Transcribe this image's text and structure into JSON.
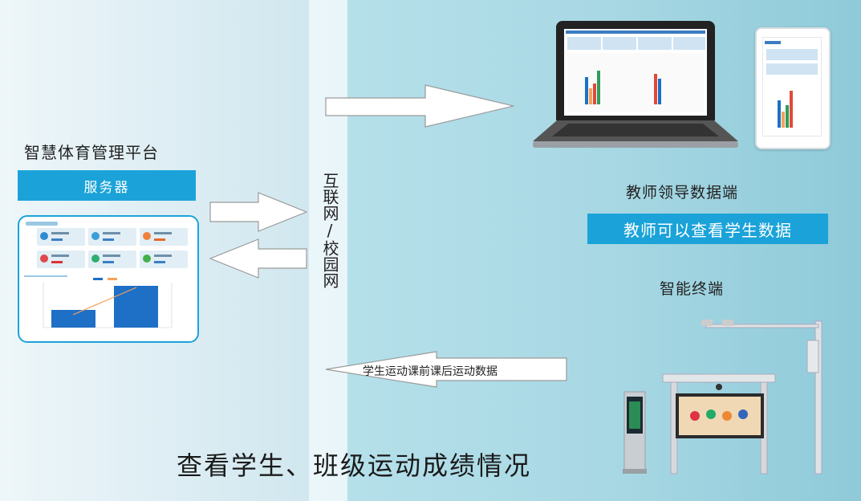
{
  "platform": {
    "title": "智慧体育管理平台",
    "server_label": "服务器"
  },
  "network": {
    "label": "互联网/校园网"
  },
  "teacher": {
    "label": "教师领导数据端",
    "banner": "教师可以查看学生数据"
  },
  "terminal": {
    "label": "智能终端"
  },
  "data_flow": {
    "label": "学生运动课前课后运动数据"
  },
  "caption": "查看学生、班级运动成绩情况",
  "colors": {
    "accent": "#1ba3d9",
    "arrow_fill": "#ffffff",
    "arrow_stroke": "#9a9a9a",
    "bar_blue": "#1e6fc6",
    "line_orange": "#f4a25b"
  },
  "icons": {
    "laptop": "laptop-icon",
    "tablet": "tablet-icon",
    "kiosk": "kiosk-icon",
    "display_board": "display-board-icon",
    "camera_pole": "camera-pole-icon"
  }
}
